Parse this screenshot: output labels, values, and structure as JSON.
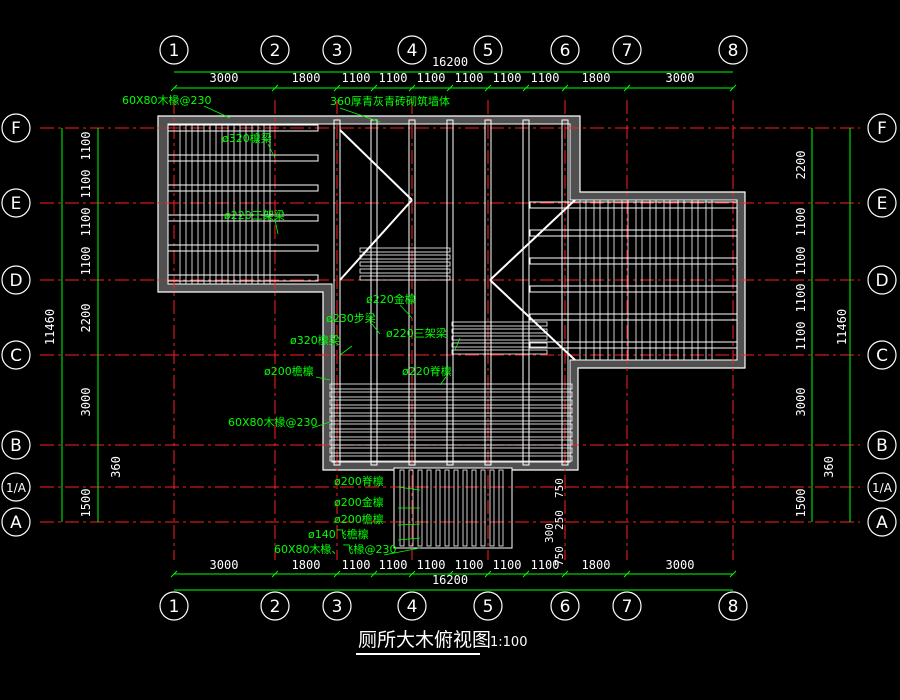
{
  "colors": {
    "background": "#000000",
    "dimension": "#00ff00",
    "axis": "#ff2020",
    "outline": "#ffffff",
    "fill": "#505050",
    "note": "#00ff00",
    "bubble": "#ffffff",
    "dim_text": "#ffffff"
  },
  "axes_columns": [
    "1",
    "2",
    "3",
    "4",
    "5",
    "6",
    "7",
    "8"
  ],
  "axes_rows": [
    "F",
    "E",
    "D",
    "C",
    "B",
    "1/A",
    "A"
  ],
  "top_dims": [
    "3000",
    "1800",
    "1100",
    "1100",
    "1100",
    "1100",
    "1100",
    "1100",
    "1800",
    "3000"
  ],
  "top_total": "16200",
  "bottom_dims": [
    "3000",
    "1800",
    "1100",
    "1100",
    "1100",
    "1100",
    "1100",
    "1100",
    "1800",
    "3000"
  ],
  "bottom_total": "16200",
  "left_dims": [
    "1100",
    "1100",
    "1100",
    "1100",
    "2200",
    "3000",
    "360",
    "1500"
  ],
  "left_total": "11460",
  "right_dims": [
    "2200",
    "1100",
    "1100",
    "1100",
    "1100",
    "3000",
    "360",
    "1500"
  ],
  "right_total": "11460",
  "notes": [
    "60X80木椽@230",
    "360厚青灰青砖砌筑墙体",
    "ø320檩梁",
    "ø220三架梁",
    "ø220金檩",
    "ø230步梁",
    "ø220三架梁",
    "ø320檩梁",
    "ø200檐檩",
    "ø220脊檩",
    "60X80木椽@230",
    "ø200脊檩",
    "ø200金檩",
    "ø200檐檩",
    "ø140飞檐檩",
    "60X80木椽、飞椽@230"
  ],
  "small_dims": [
    "300",
    "250",
    "750",
    "750"
  ],
  "title": "厕所大木俯视图",
  "scale": "1:100"
}
